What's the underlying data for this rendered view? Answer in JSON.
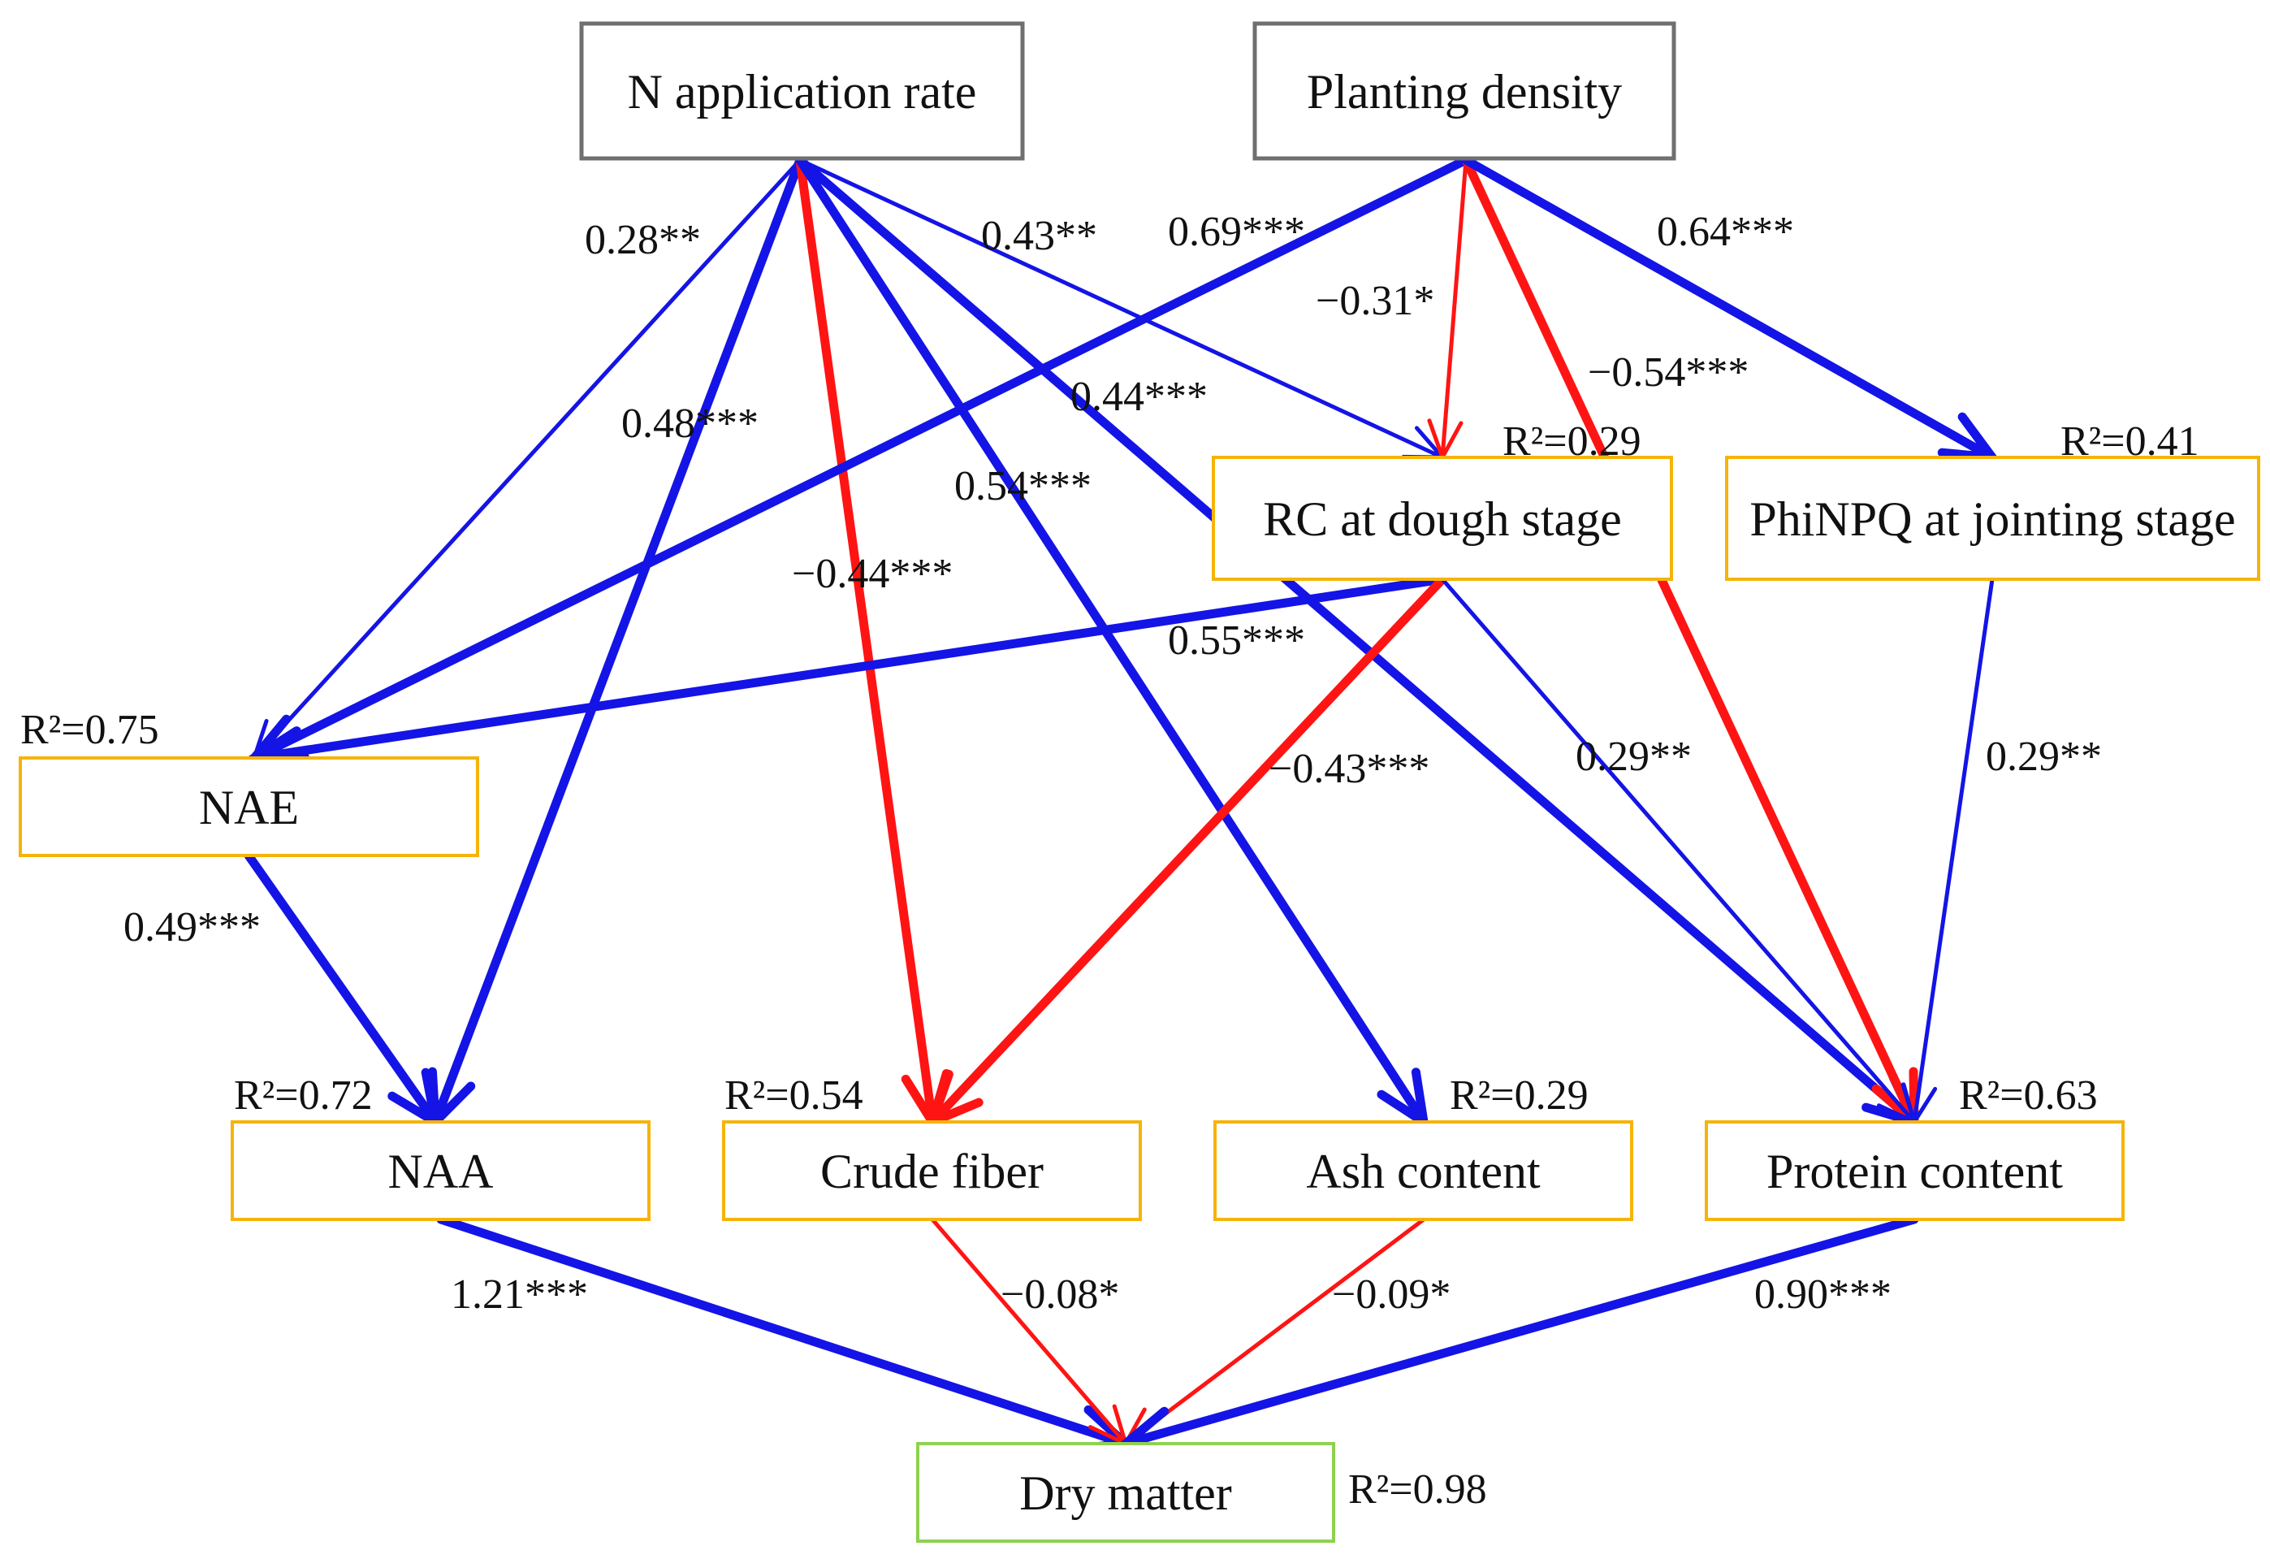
{
  "colors": {
    "positive": "#1414e6",
    "negative": "#ff1414",
    "exogenous_border": "#6f6f6f",
    "variable_border": "#f5b40a",
    "outcome_border": "#8fd14f"
  },
  "nodes": {
    "n_rate": {
      "label": "N application rate",
      "r2": ""
    },
    "density": {
      "label": "Planting density",
      "r2": ""
    },
    "rc": {
      "label": "RC at dough stage",
      "r2": "R²=0.29"
    },
    "phinpq": {
      "label": "PhiNPQ at jointing stage",
      "r2": "R²=0.41"
    },
    "nae": {
      "label": "NAE",
      "r2": "R²=0.75"
    },
    "naa": {
      "label": "NAA",
      "r2": "R²=0.72"
    },
    "fiber": {
      "label": "Crude fiber",
      "r2": "R²=0.54"
    },
    "ash": {
      "label": "Ash content",
      "r2": "R²=0.29"
    },
    "protein": {
      "label": "Protein content",
      "r2": "R²=0.63"
    },
    "dry": {
      "label": "Dry matter",
      "r2": "R²=0.98"
    }
  },
  "paths": [
    {
      "id": "nrate-nae",
      "from": "n_rate",
      "to": "nae",
      "label": "0.28**",
      "sign": "positive",
      "strength": "thin"
    },
    {
      "id": "nrate-naa",
      "from": "n_rate",
      "to": "naa",
      "label": "0.48***",
      "sign": "positive",
      "strength": "thick"
    },
    {
      "id": "nrate-fiber",
      "from": "n_rate",
      "to": "fiber",
      "label": "−0.44***",
      "sign": "negative",
      "strength": "thick"
    },
    {
      "id": "nrate-ash",
      "from": "n_rate",
      "to": "ash",
      "label": "0.54***",
      "sign": "positive",
      "strength": "thick"
    },
    {
      "id": "nrate-protein",
      "from": "n_rate",
      "to": "protein",
      "label": "0.44***",
      "sign": "positive",
      "strength": "thick"
    },
    {
      "id": "nrate-rc",
      "from": "n_rate",
      "to": "rc",
      "label": "0.43**",
      "sign": "positive",
      "strength": "thin"
    },
    {
      "id": "density-nae",
      "from": "density",
      "to": "nae",
      "label": "0.69***",
      "sign": "positive",
      "strength": "thick"
    },
    {
      "id": "density-rc",
      "from": "density",
      "to": "rc",
      "label": "−0.31*",
      "sign": "negative",
      "strength": "thin"
    },
    {
      "id": "density-protein",
      "from": "density",
      "to": "protein",
      "label": "−0.54***",
      "sign": "negative",
      "strength": "thick"
    },
    {
      "id": "density-phinpq",
      "from": "density",
      "to": "phinpq",
      "label": "0.64***",
      "sign": "positive",
      "strength": "thick"
    },
    {
      "id": "rc-nae",
      "from": "rc",
      "to": "nae",
      "label": "0.55***",
      "sign": "positive",
      "strength": "thick"
    },
    {
      "id": "rc-fiber",
      "from": "rc",
      "to": "fiber",
      "label": "−0.43***",
      "sign": "negative",
      "strength": "thick"
    },
    {
      "id": "rc-protein",
      "from": "rc",
      "to": "protein",
      "label": "0.29**",
      "sign": "positive",
      "strength": "thin"
    },
    {
      "id": "phinpq-protein",
      "from": "phinpq",
      "to": "protein",
      "label": "0.29**",
      "sign": "positive",
      "strength": "thin"
    },
    {
      "id": "nae-naa",
      "from": "nae",
      "to": "naa",
      "label": "0.49***",
      "sign": "positive",
      "strength": "thick"
    },
    {
      "id": "naa-dry",
      "from": "naa",
      "to": "dry",
      "label": "1.21***",
      "sign": "positive",
      "strength": "thick"
    },
    {
      "id": "fiber-dry",
      "from": "fiber",
      "to": "dry",
      "label": "−0.08*",
      "sign": "negative",
      "strength": "thin"
    },
    {
      "id": "ash-dry",
      "from": "ash",
      "to": "dry",
      "label": "−0.09*",
      "sign": "negative",
      "strength": "thin"
    },
    {
      "id": "protein-dry",
      "from": "protein",
      "to": "dry",
      "label": "0.90***",
      "sign": "positive",
      "strength": "thick"
    }
  ]
}
